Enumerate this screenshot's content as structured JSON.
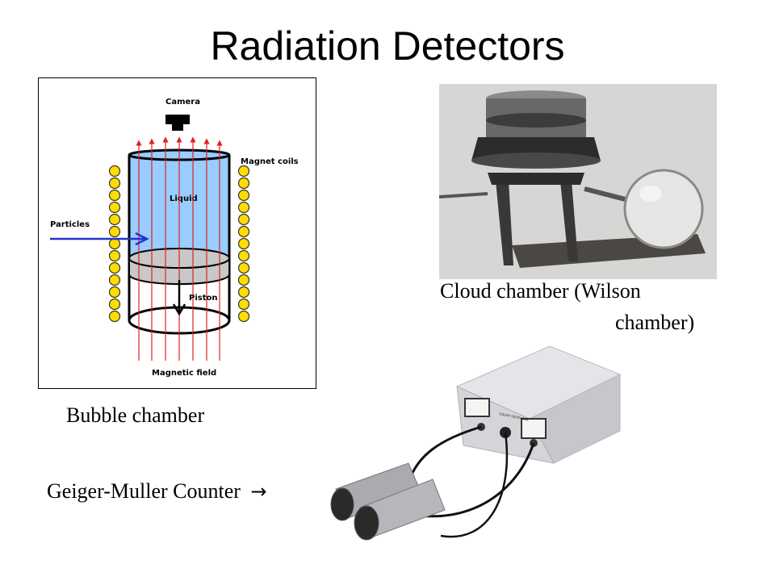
{
  "slide": {
    "title": "Radiation Detectors"
  },
  "bubble_chamber": {
    "caption": "Bubble chamber",
    "labels": {
      "camera": "Camera",
      "magnet_coils": "Magnet coils",
      "liquid": "Liquid",
      "particles": "Particles",
      "piston": "Piston",
      "magnetic_field": "Magnetic field"
    },
    "colors": {
      "liquid": "#99ccff",
      "coils": "#ffdd00",
      "field_lines": "#dd2222",
      "particle_beam": "#2233cc",
      "piston": "#c8c8c8"
    }
  },
  "cloud_chamber": {
    "caption_line1": "Cloud chamber (Wilson",
    "caption_line2": "chamber)"
  },
  "geiger_counter": {
    "caption": "Geiger-Muller Counter",
    "arrow_icon": "right-arrow-icon",
    "panel_text": "COUNT DETECTOR"
  }
}
